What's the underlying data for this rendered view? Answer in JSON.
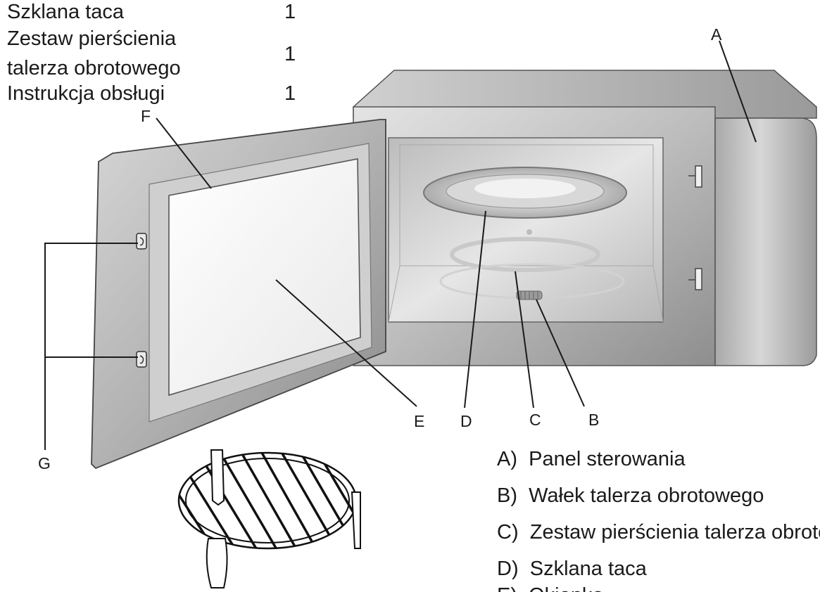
{
  "parts_list": [
    {
      "name": "Szklana taca",
      "qty": "1"
    },
    {
      "name_line1": "Zestaw pierścienia",
      "name_line2": "talerza obrotowego",
      "qty": "1"
    },
    {
      "name": "Instrukcja obsługi",
      "qty": "1"
    }
  ],
  "callouts": {
    "A": "A",
    "B": "B",
    "C": "C",
    "D": "D",
    "E": "E",
    "F": "F",
    "G": "G"
  },
  "legend": [
    {
      "key": "A)",
      "text": "Panel sterowania"
    },
    {
      "key": "B)",
      "text": "Wałek talerza obrotowego"
    },
    {
      "key": "C)",
      "text": "Zestaw pierścienia talerza obrotowego"
    },
    {
      "key": "D)",
      "text": "Szklana taca"
    },
    {
      "key": "E)",
      "text": "Okienko"
    }
  ]
}
